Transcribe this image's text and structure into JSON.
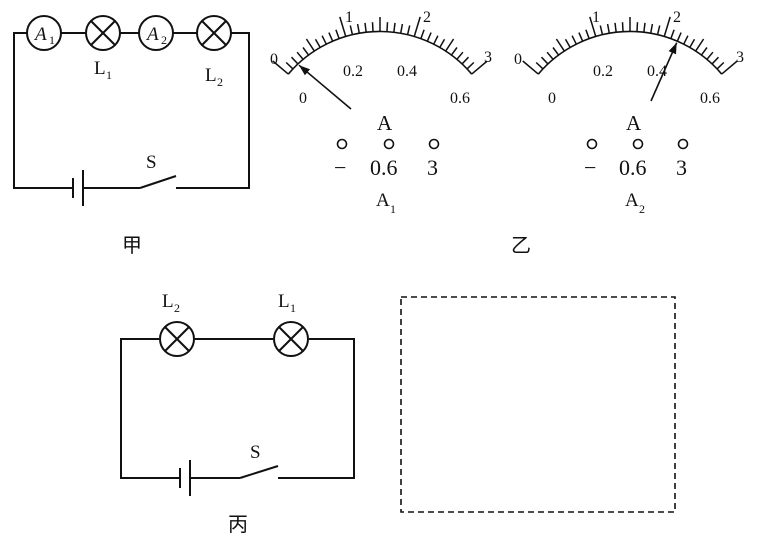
{
  "figure_jia": {
    "caption": "甲",
    "ammeter_1": "A",
    "ammeter_1_sub": "1",
    "ammeter_2": "A",
    "ammeter_2_sub": "2",
    "lamp_1": "L",
    "lamp_1_sub": "1",
    "lamp_2": "L",
    "lamp_2_sub": "2",
    "switch": "S"
  },
  "figure_yi": {
    "caption": "乙",
    "meter_1": {
      "upper_scale": [
        "0",
        "1",
        "2",
        "3"
      ],
      "lower_scale": [
        "0",
        "0.2",
        "0.4",
        "0.6"
      ],
      "unit": "A",
      "terminals": [
        "−",
        "0.6",
        "3"
      ],
      "name": "A",
      "name_sub": "1",
      "pointer_reading": 0.04
    },
    "meter_2": {
      "upper_scale": [
        "0",
        "1",
        "2",
        "3"
      ],
      "lower_scale": [
        "0",
        "0.2",
        "0.4",
        "0.6"
      ],
      "unit": "A",
      "terminals": [
        "−",
        "0.6",
        "3"
      ],
      "name": "A",
      "name_sub": "2",
      "pointer_reading": 0.44
    }
  },
  "figure_bing": {
    "caption": "丙",
    "lamp_2": "L",
    "lamp_2_sub": "2",
    "lamp_1": "L",
    "lamp_1_sub": "1",
    "switch": "S"
  }
}
